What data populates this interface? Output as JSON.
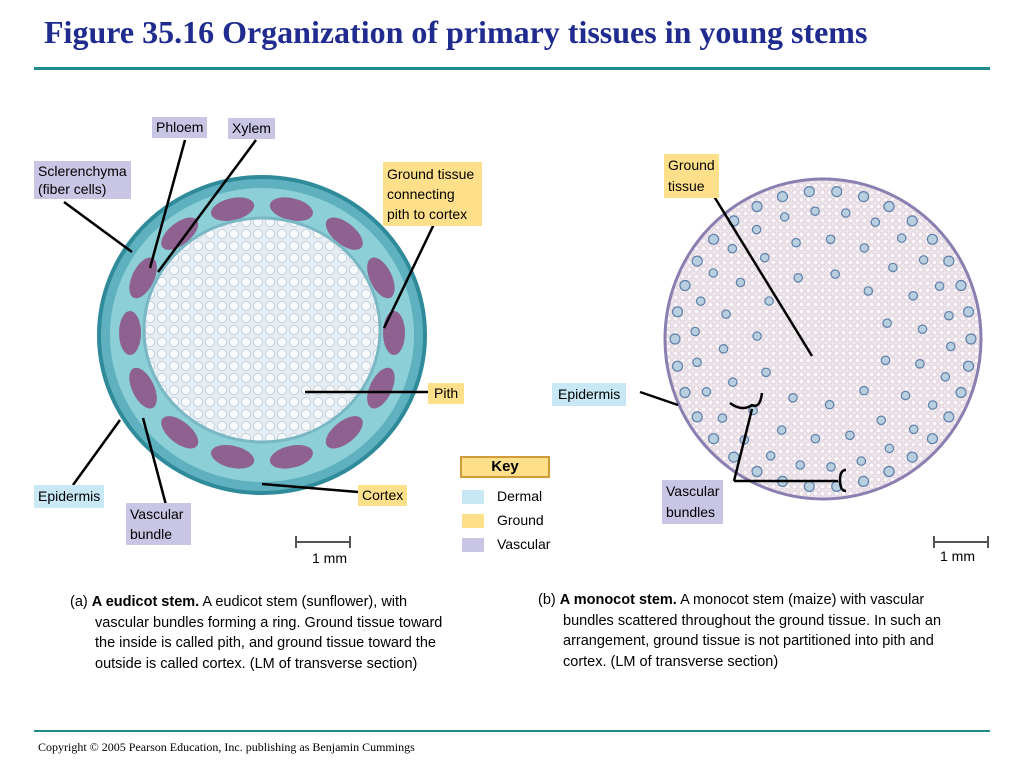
{
  "title": "Figure 35.16 Organization of primary tissues in young stems",
  "labels_a": {
    "phloem": "Phloem",
    "xylem": "Xylem",
    "sclerenchyma_line1": "Sclerenchyma",
    "sclerenchyma_line2": "(fiber cells)",
    "ground_connect_line1": "Ground tissue",
    "ground_connect_line2": "connecting",
    "ground_connect_line3": "pith to cortex",
    "pith": "Pith",
    "cortex": "Cortex",
    "epidermis": "Epidermis",
    "vascular_bundle_line1": "Vascular",
    "vascular_bundle_line2": "bundle"
  },
  "labels_b": {
    "ground_tissue_line1": "Ground",
    "ground_tissue_line2": "tissue",
    "epidermis": "Epidermis",
    "vascular_bundles_line1": "Vascular",
    "vascular_bundles_line2": "bundles"
  },
  "key": {
    "title": "Key",
    "items": [
      {
        "label": "Dermal",
        "color": "#c8e8f6"
      },
      {
        "label": "Ground",
        "color": "#ffe08a"
      },
      {
        "label": "Vascular",
        "color": "#c8c6e4"
      }
    ]
  },
  "scale_a": "1 mm",
  "scale_b": "1 mm",
  "caption_a": {
    "prefix": "(a) ",
    "bold": "A eudicot stem.",
    "line1_rest": " A eudicot stem (sunflower), with",
    "line2": "vascular bundles forming a ring. Ground tissue toward",
    "line3": "the inside is called pith, and ground tissue toward the",
    "line4": "outside is called cortex. (LM of transverse section)"
  },
  "caption_b": {
    "prefix": "(b) ",
    "bold": "A monocot stem.",
    "line1_rest": " A monocot stem (maize) with vascular",
    "line2": "bundles scattered throughout the ground tissue. In such an",
    "line3": "arrangement, ground tissue is not partitioned into pith and",
    "line4": "cortex. (LM of transverse section)"
  },
  "copyright": "Copyright © 2005 Pearson Education, Inc. publishing as Benjamin Cummings"
}
